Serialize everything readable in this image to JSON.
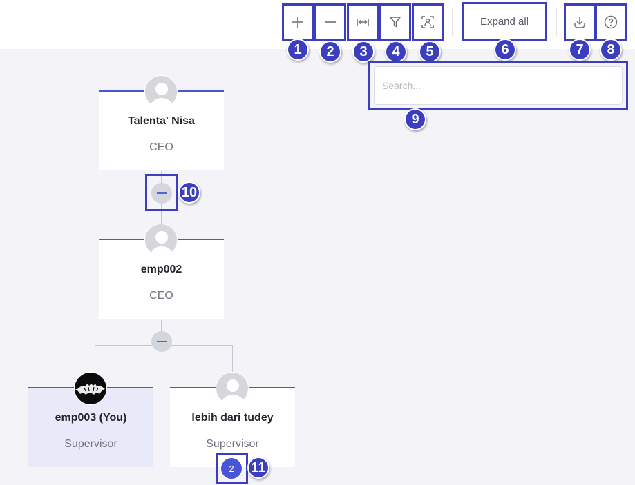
{
  "toolbar": {
    "zoom_in": {
      "icon": "plus-icon"
    },
    "zoom_out": {
      "icon": "minus-icon"
    },
    "fit": {
      "icon": "fit-width-icon"
    },
    "filter": {
      "icon": "filter-icon"
    },
    "locate_me": {
      "icon": "locate-user-icon"
    },
    "expand_all_label": "Expand all",
    "download": {
      "icon": "download-icon"
    },
    "help": {
      "icon": "help-icon"
    }
  },
  "markers": [
    "1",
    "2",
    "3",
    "4",
    "5",
    "6",
    "7",
    "8",
    "9",
    "10",
    "11"
  ],
  "search": {
    "placeholder": "Search...",
    "value": ""
  },
  "org": {
    "root": {
      "name": "Talenta' Nisa",
      "role": "CEO",
      "avatar": "default-avatar-icon"
    },
    "level2": {
      "name": "emp002",
      "role": "CEO",
      "avatar": "default-avatar-icon"
    },
    "children": [
      {
        "name": "emp003 (You)",
        "role": "Supervisor",
        "avatar": "custom-dark-avatar",
        "is_current_user": true
      },
      {
        "name": "lebih dari tudey",
        "role": "Supervisor",
        "avatar": "default-avatar-icon",
        "child_count": "2"
      }
    ]
  },
  "colors": {
    "accent": "#4a55d6",
    "highlight": "#3b3fbf",
    "background": "#f3f3f8"
  }
}
